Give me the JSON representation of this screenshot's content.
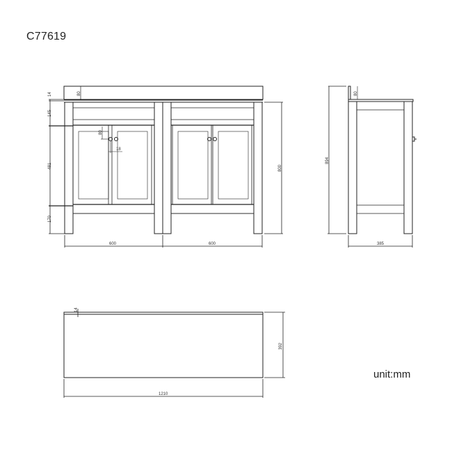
{
  "title": "C77619",
  "unit_label": "unit:mm",
  "front_view": {
    "dims": {
      "worktop_thickness": "14",
      "upstand_height": "80",
      "drawer_rail": "145",
      "door_height": "481",
      "plinth_height": "170",
      "total_height": "800",
      "left_width": "600",
      "right_width": "600",
      "handle_offset": "80",
      "handle_spacing": "18"
    }
  },
  "side_view": {
    "dims": {
      "upstand_height": "80",
      "overall_height": "894",
      "depth": "385"
    }
  },
  "top_view": {
    "dims": {
      "upstand_thickness": "14",
      "depth": "392",
      "width": "1210"
    }
  }
}
